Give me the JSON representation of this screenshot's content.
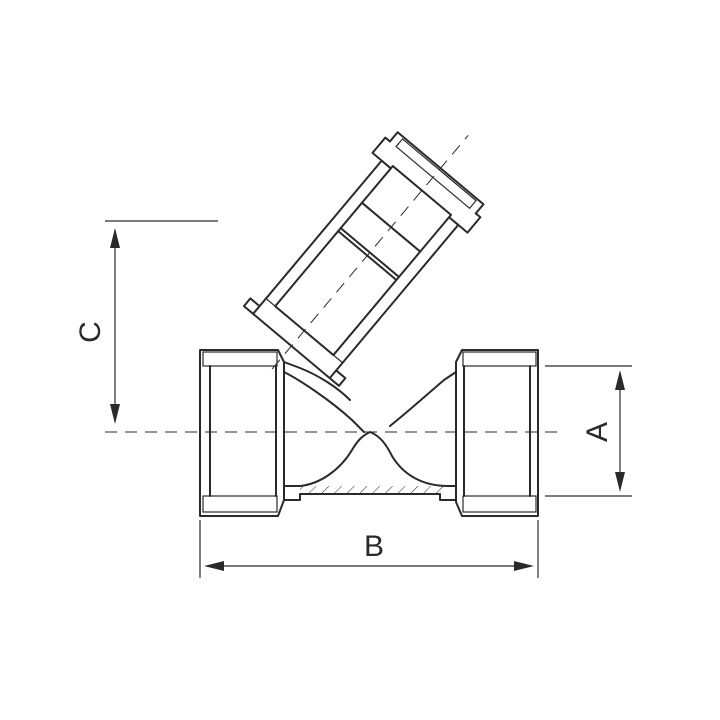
{
  "diagram": {
    "type": "y-strainer-technical-drawing",
    "colors": {
      "line": "#2a2a2a",
      "background": "#ffffff"
    },
    "dimensions": [
      {
        "id": "A",
        "label": "A"
      },
      {
        "id": "B",
        "label": "B"
      },
      {
        "id": "C",
        "label": "C"
      }
    ]
  }
}
